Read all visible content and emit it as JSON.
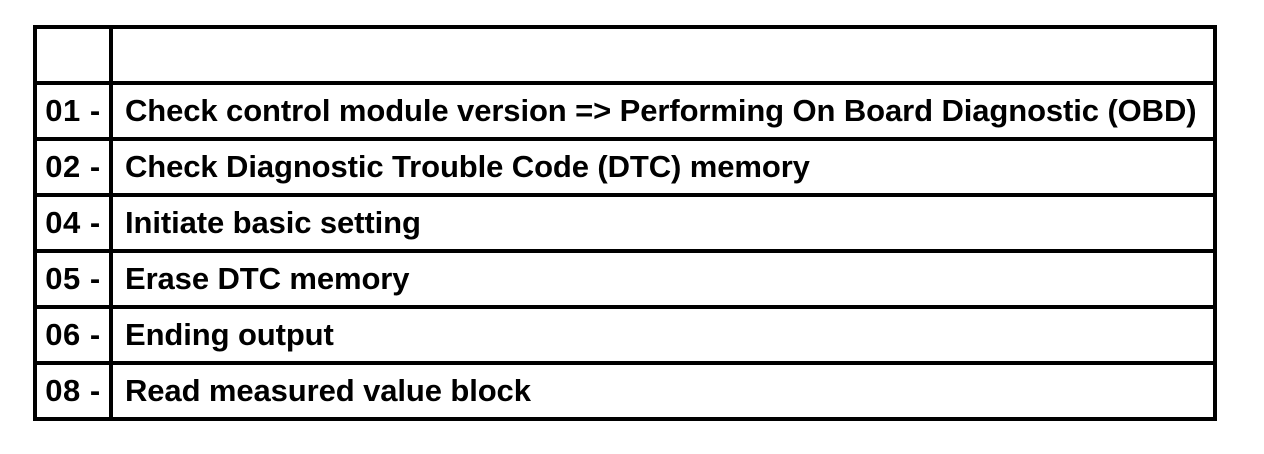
{
  "document": {
    "type": "diagnostic-function-table",
    "background_color": "#ffffff",
    "text_color": "#000000",
    "border_color": "#000000"
  },
  "table": {
    "header": {
      "code_label": "",
      "description_label": ""
    },
    "rows": [
      {
        "code": "01 -",
        "description": "Check control module version => Performing On Board Diagnostic (OBD)"
      },
      {
        "code": "02 -",
        "description": "Check Diagnostic Trouble Code (DTC) memory"
      },
      {
        "code": "04 -",
        "description": "Initiate basic setting"
      },
      {
        "code": "05 -",
        "description": "Erase DTC memory"
      },
      {
        "code": "06 -",
        "description": "Ending output"
      },
      {
        "code": "08 -",
        "description": "Read measured value block"
      }
    ]
  }
}
